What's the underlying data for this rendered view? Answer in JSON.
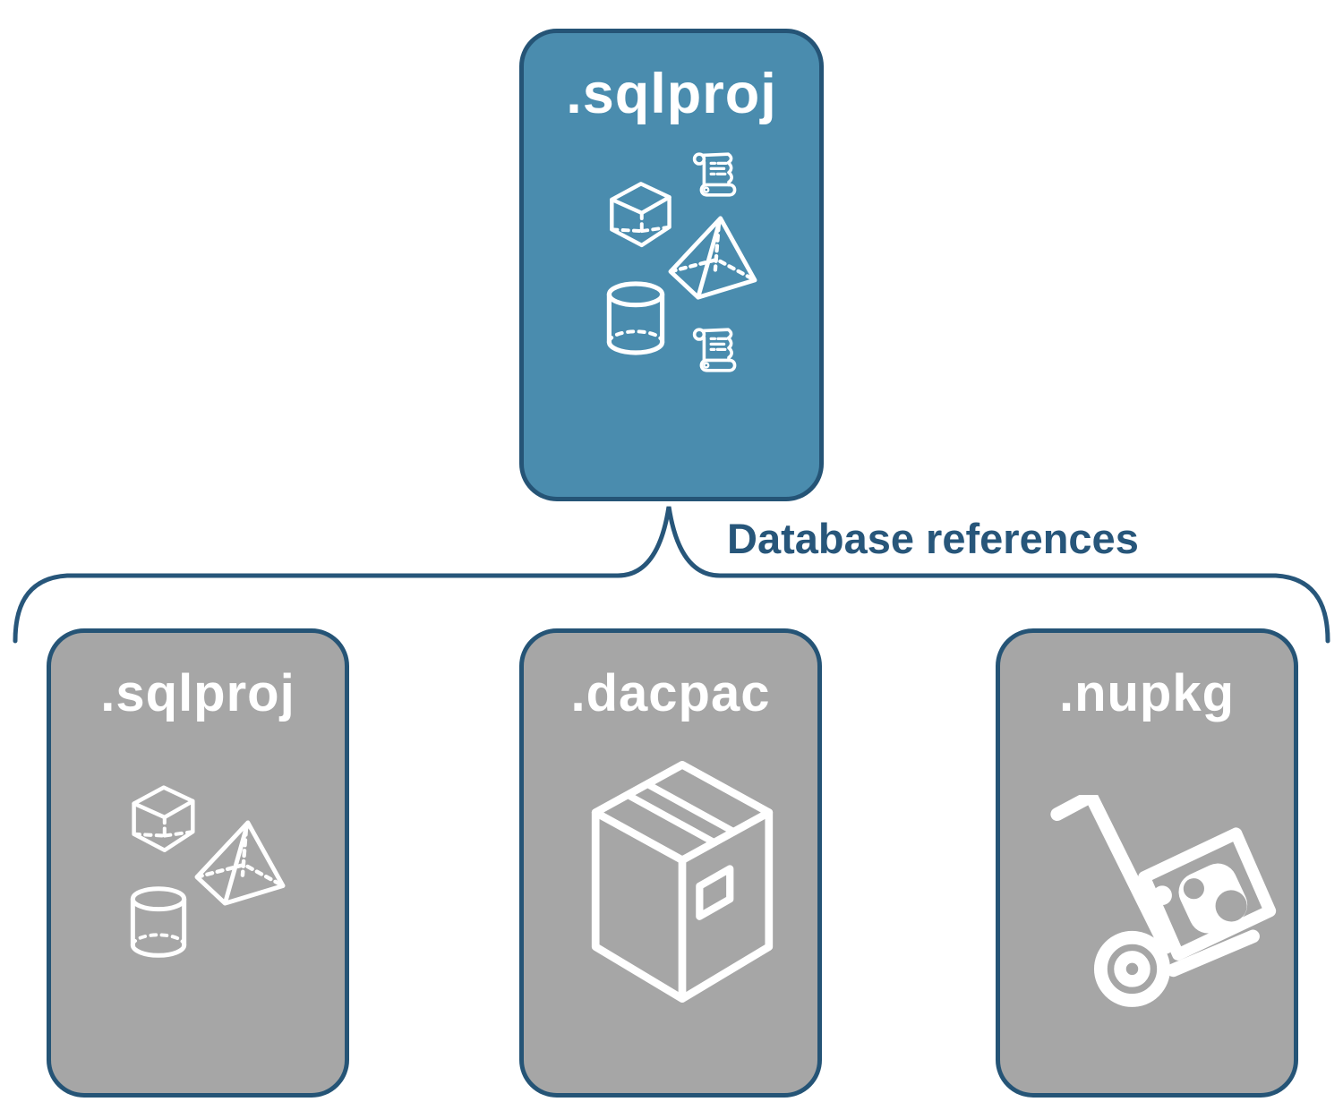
{
  "diagram": {
    "parent": {
      "label": ".sqlproj",
      "icons": [
        "cube",
        "scroll",
        "pyramid",
        "cylinder",
        "scroll"
      ]
    },
    "connector": {
      "label": "Database references"
    },
    "children": [
      {
        "label": ".sqlproj",
        "icons": [
          "cube",
          "pyramid",
          "cylinder"
        ]
      },
      {
        "label": ".dacpac",
        "icons": [
          "package-box"
        ]
      },
      {
        "label": ".nupkg",
        "icons": [
          "hand-truck-package"
        ]
      }
    ],
    "colors": {
      "parent_fill": "#4A8CAE",
      "child_fill": "#A6A6A6",
      "border": "#255476",
      "connector_line": "#27567A",
      "connector_text": "#27567A",
      "icon_stroke": "#FFFFFF"
    }
  }
}
